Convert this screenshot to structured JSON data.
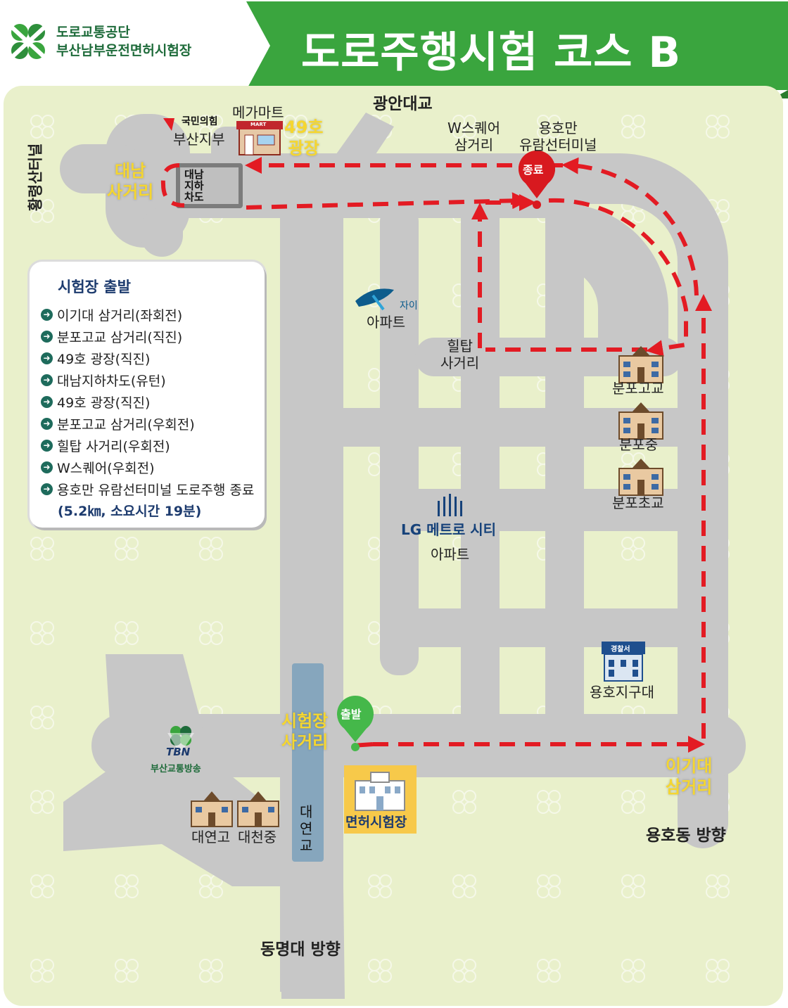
{
  "header": {
    "org_line1": "도로교통공단",
    "org_line2": "부산남부운전면허시험장",
    "title": "도로주행시험 코스 B"
  },
  "colors": {
    "banner_green": "#3aa53e",
    "map_background": "#e9f0cb",
    "road_gray": "#c7c7c7",
    "route_red": "#e31b23",
    "highlight_yellow": "#f5d630",
    "start_pin_green": "#45b84a",
    "end_pin_red": "#d8191f"
  },
  "legend": {
    "title": "시험장 출발",
    "steps": [
      "이기대 삼거리(좌회전)",
      "분포고교 삼거리(직진)",
      "49호 광장(직진)",
      "대남지하차도(유턴)",
      "49호 광장(직진)",
      "분포고교 삼거리(우회전)",
      "힐탑 사거리(우회전)",
      "W스퀘어(우회전)",
      "용호만 유람선터미널 도로주행 종료"
    ],
    "summary": "(5.2㎞, 소요시간 19분)",
    "step_icon": "arrow-right-circle-icon"
  },
  "map": {
    "labels": {
      "gwangan_bridge": "광안대교",
      "hwangnyeong_tunnel": "황령산터널",
      "megamart": "메가마트",
      "ppp_logo": "국민의힘",
      "busan_branch": "부산지부",
      "plaza49": "49호\n광장",
      "daenam_cross": "대남\n사거리",
      "daenam_underpass": "대남\n지하\n차도",
      "wsquare": "W스퀘어\n삼거리",
      "yonghoman": "용호만\n유람선터미널",
      "end_pin": "종료",
      "xi_logo": "자이",
      "xi_apt": "아파트",
      "hilltop": "힐탑\n사거리",
      "bunpo_high": "분포고교",
      "bunpo_middle": "분포중",
      "bunpo_elem": "분포초교",
      "lg_metro": "LG 메트로 시티",
      "lg_apt": "아파트",
      "police_sign": "경찰서",
      "yongho_police": "용호지구대",
      "start_pin": "출발",
      "exam_cross": "시험장\n사거리",
      "tbn": "TBN",
      "tbn_name": "부산교통방송",
      "daeyeon_high": "대연고",
      "daecheon_mid": "대천중",
      "daeyeon_bridge": "대\n연\n교",
      "license_center": "면허시험장",
      "igidae": "이기대\n삼거리",
      "yonghodong_dir": "용호동 방향",
      "dongmyeong_dir": "동명대 방향",
      "mart_sign": "MART"
    }
  }
}
